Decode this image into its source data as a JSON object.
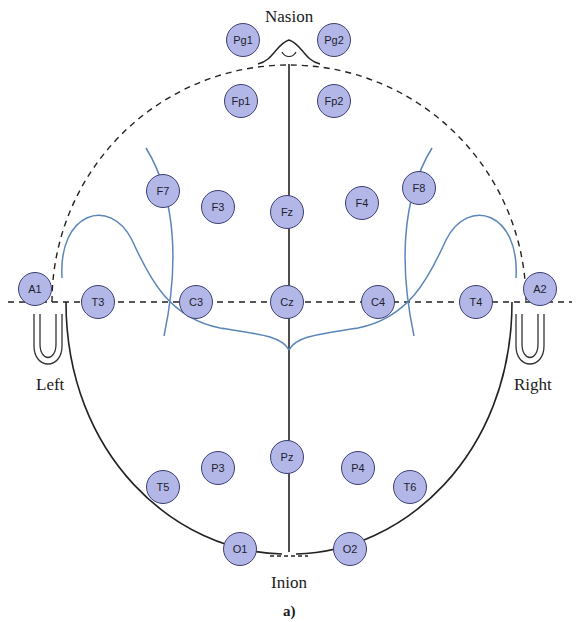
{
  "diagram": {
    "nodes": [
      {
        "text": [
          "Pg1"
        ]
      },
      {
        "text": [
          "Pg2"
        ]
      },
      {
        "text": [
          "Fp1"
        ]
      },
      {
        "text": [
          "Fp2"
        ]
      },
      {
        "text": [
          "F7"
        ]
      },
      {
        "text": [
          "F3"
        ]
      },
      {
        "text": [
          "Fz"
        ]
      },
      {
        "text": [
          "F4"
        ]
      },
      {
        "text": [
          "F8"
        ]
      },
      {
        "text": [
          "A1"
        ]
      },
      {
        "text": [
          "T3"
        ]
      },
      {
        "text": [
          "C3"
        ]
      },
      {
        "text": [
          "Cz"
        ]
      },
      {
        "text": [
          "C4"
        ]
      },
      {
        "text": [
          "T4"
        ]
      },
      {
        "text": [
          "A2"
        ]
      },
      {
        "text": [
          "T5"
        ]
      },
      {
        "text": [
          "P3"
        ]
      },
      {
        "text": [
          "Pz"
        ]
      },
      {
        "text": [
          "P4"
        ]
      },
      {
        "text": [
          "T6"
        ]
      },
      {
        "text": [
          "O1"
        ]
      },
      {
        "text": [
          "O2"
        ]
      }
    ],
    "labels": [
      "Nasion",
      "Left",
      "Right",
      "Inion",
      "a)"
    ]
  }
}
